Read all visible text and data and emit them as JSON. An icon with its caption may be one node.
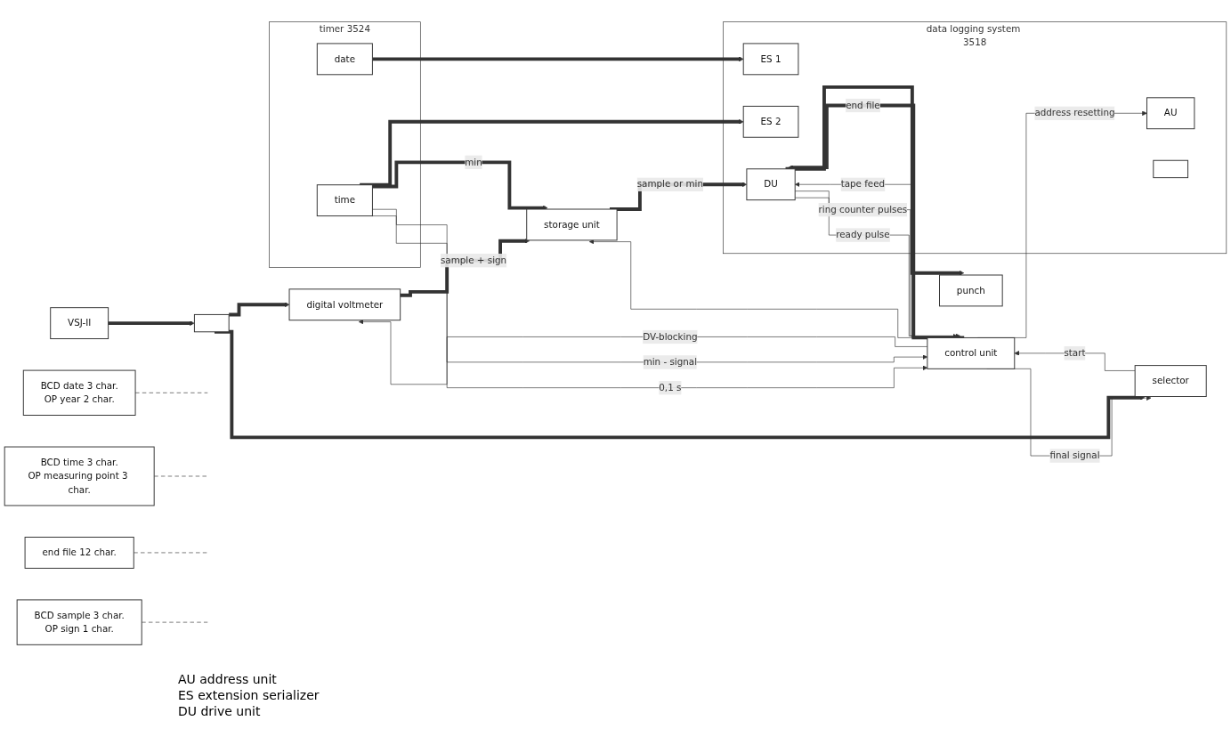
{
  "diagram": {
    "nodes": [
      {
        "text": [
          "digital voltmeter"
        ]
      },
      {
        "text": [
          "data logging system 3518"
        ]
      },
      {
        "text": [
          "AU"
        ],
        "in": 1
      },
      {
        "text": [
          "ES 1"
        ],
        "in": 1
      },
      {
        "text": [
          "ES 2"
        ],
        "in": 1
      },
      {
        "text": [],
        "shape": "box",
        "in": 1
      },
      {
        "text": [
          "DU"
        ],
        "in": 1
      },
      {
        "text": [
          "punch"
        ]
      },
      {
        "text": [
          "control unit"
        ]
      },
      {
        "text": [
          "storage unit"
        ]
      },
      {
        "text": [
          "VSJ-II"
        ]
      },
      {
        "text": [],
        "shape": "box"
      },
      {
        "text": [
          "selector"
        ]
      },
      {
        "text": [
          "timer 3524"
        ]
      },
      {
        "text": [
          "date"
        ],
        "in": 13
      },
      {
        "text": [
          "time"
        ],
        "in": 13
      },
      {
        "text": [
          "BCD date 3 char.",
          "OP year 2 char."
        ]
      },
      {
        "text": [
          "BCD time 3 char.",
          "OP measuring point 3 char."
        ]
      },
      {
        "text": [
          "end file 12 char."
        ]
      },
      {
        "text": [
          "BCD sample 3 char.",
          "OP sign 1 char."
        ]
      }
    ],
    "edges": [
      {
        "from": 6,
        "to": 8,
        "label": "ready pulse",
        "arrow": "to"
      },
      {
        "from": 6,
        "to": 8,
        "label": "ring counter pulses",
        "arrow": "to"
      },
      {
        "from": 0,
        "to": 9,
        "label": "sample + sign",
        "arrow": "to",
        "style": "thick"
      },
      {
        "from": 8,
        "to": 0,
        "label": "DV-blocking",
        "arrow": "to"
      },
      {
        "from": 8,
        "to": 2,
        "label": "address resetting",
        "arrow": "to"
      },
      {
        "from": 8,
        "to": 6,
        "label": "tape feed",
        "arrow": "to"
      },
      {
        "from": 8,
        "to": 6,
        "label": "end file",
        "arrow": "to",
        "style": "thick"
      },
      {
        "from": 8,
        "to": 9,
        "arrow": "to"
      },
      {
        "from": 9,
        "to": 6,
        "label": "sample or min",
        "arrow": "to",
        "style": "thick"
      },
      {
        "from": 6,
        "to": 7,
        "arrow": "to",
        "style": "thick"
      },
      {
        "from": 14,
        "to": 3,
        "arrow": "to",
        "style": "thick"
      },
      {
        "from": 15,
        "to": 4,
        "arrow": "to",
        "style": "thick"
      },
      {
        "from": 15,
        "to": 9,
        "label": "min",
        "arrow": "to",
        "style": "thick"
      },
      {
        "from": 15,
        "to": 8,
        "label": "0,1 s",
        "arrow": "to"
      },
      {
        "from": 15,
        "to": 8,
        "label": "min - signal",
        "arrow": "to"
      },
      {
        "from": 12,
        "to": 8,
        "label": "start",
        "arrow": "to"
      },
      {
        "from": 8,
        "to": 12,
        "label": "final signal",
        "arrow": "to"
      },
      {
        "from": 10,
        "to": 11,
        "arrow": "to",
        "style": "thick"
      },
      {
        "from": 11,
        "to": 12,
        "arrow": "to",
        "style": "thick"
      },
      {
        "from": 11,
        "to": 0,
        "arrow": "to",
        "style": "thick"
      },
      {
        "from": 16,
        "to": null,
        "arrow": "none",
        "style": "dashed"
      },
      {
        "from": 17,
        "to": null,
        "arrow": "none",
        "style": "dashed"
      },
      {
        "from": 18,
        "to": null,
        "arrow": "none",
        "style": "dashed"
      },
      {
        "from": 19,
        "to": null,
        "arrow": "none",
        "style": "dashed"
      }
    ],
    "labels": [
      "AU address unit",
      "ES extension serializer",
      "DU drive unit"
    ]
  }
}
